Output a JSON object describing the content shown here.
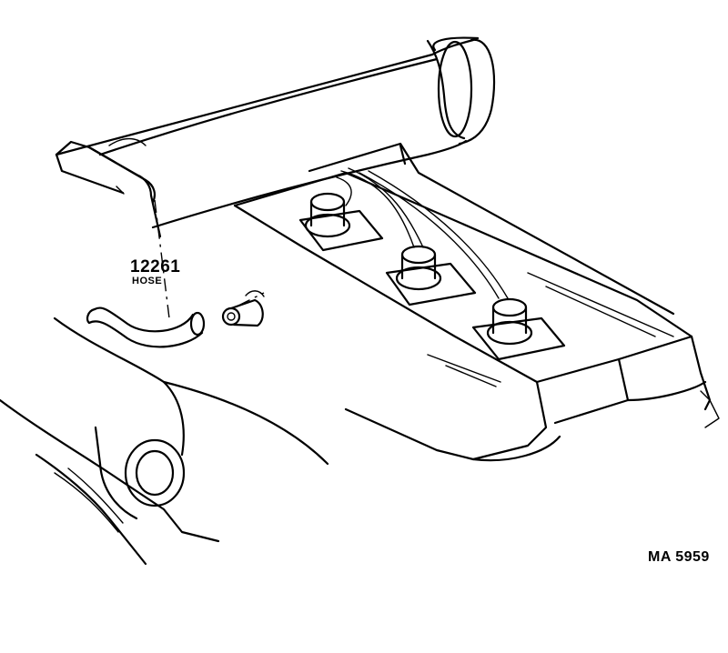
{
  "callout": {
    "part_number": "12261",
    "part_name": "HOSE"
  },
  "figure_code": "MA 5959"
}
